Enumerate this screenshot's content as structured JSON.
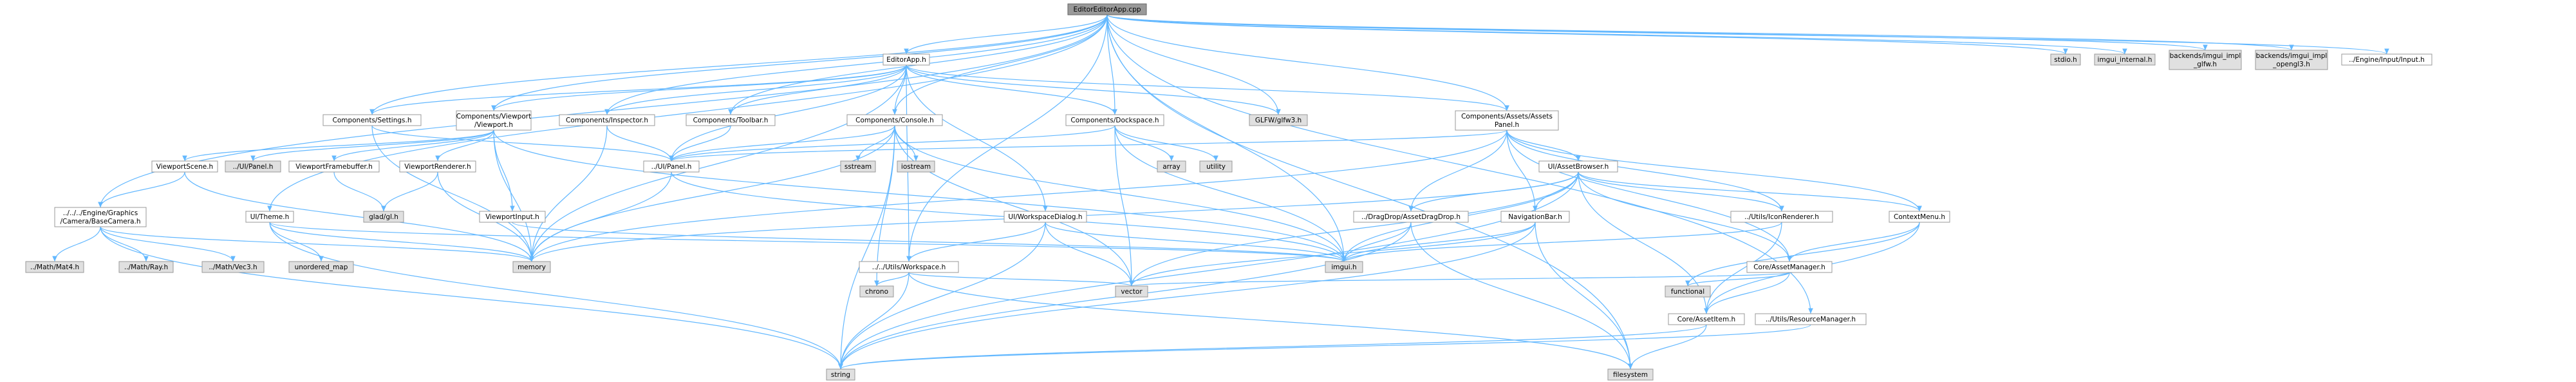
{
  "colors": {
    "edge": "#63B8FF",
    "node_fill": "#ffffff",
    "system_fill": "#e0e0e0",
    "root_fill": "#999999",
    "border": "#999999"
  },
  "nodes": [
    {
      "id": "root",
      "lines": [
        "EditorEditorApp.cpp"
      ],
      "kind": "root"
    },
    {
      "id": "editorapp",
      "lines": [
        "EditorApp.h"
      ],
      "kind": "file"
    },
    {
      "id": "settings",
      "lines": [
        "Components/Settings.h"
      ],
      "kind": "file"
    },
    {
      "id": "viewport",
      "lines": [
        "Components/Viewport",
        "/Viewport.h"
      ],
      "kind": "file"
    },
    {
      "id": "inspector",
      "lines": [
        "Components/Inspector.h"
      ],
      "kind": "file"
    },
    {
      "id": "toolbar",
      "lines": [
        "Components/Toolbar.h"
      ],
      "kind": "file"
    },
    {
      "id": "console",
      "lines": [
        "Components/Console.h"
      ],
      "kind": "file"
    },
    {
      "id": "dockspace",
      "lines": [
        "Components/Dockspace.h"
      ],
      "kind": "file"
    },
    {
      "id": "glfw",
      "lines": [
        "GLFW/glfw3.h"
      ],
      "kind": "system"
    },
    {
      "id": "assetspanel",
      "lines": [
        "Components/Assets/Assets",
        "Panel.h"
      ],
      "kind": "file"
    },
    {
      "id": "stdio",
      "lines": [
        "stdio.h"
      ],
      "kind": "system"
    },
    {
      "id": "imgui_internal",
      "lines": [
        "imgui_internal.h"
      ],
      "kind": "system"
    },
    {
      "id": "impl_glfw",
      "lines": [
        "backends/imgui_impl",
        "_glfw.h"
      ],
      "kind": "system"
    },
    {
      "id": "impl_opengl3",
      "lines": [
        "backends/imgui_impl",
        "_opengl3.h"
      ],
      "kind": "system"
    },
    {
      "id": "engine_input",
      "lines": [
        "../Engine/Input/Input.h"
      ],
      "kind": "file"
    },
    {
      "id": "viewportscene",
      "lines": [
        "ViewportScene.h"
      ],
      "kind": "file"
    },
    {
      "id": "uipanel_sys",
      "lines": [
        "../UI/Panel.h"
      ],
      "kind": "system"
    },
    {
      "id": "viewportfb",
      "lines": [
        "ViewportFramebuffer.h"
      ],
      "kind": "file"
    },
    {
      "id": "viewportrenderer",
      "lines": [
        "ViewportRenderer.h"
      ],
      "kind": "file"
    },
    {
      "id": "uipanel",
      "lines": [
        "../UI/Panel.h"
      ],
      "kind": "file"
    },
    {
      "id": "sstream",
      "lines": [
        "sstream"
      ],
      "kind": "system"
    },
    {
      "id": "iostream",
      "lines": [
        "iostream"
      ],
      "kind": "system"
    },
    {
      "id": "array",
      "lines": [
        "array"
      ],
      "kind": "system"
    },
    {
      "id": "utility",
      "lines": [
        "utility"
      ],
      "kind": "system"
    },
    {
      "id": "assetbrowser",
      "lines": [
        "UI/AssetBrowser.h"
      ],
      "kind": "file"
    },
    {
      "id": "basecamera",
      "lines": [
        "../../../Engine/Graphics",
        "/Camera/BaseCamera.h"
      ],
      "kind": "file"
    },
    {
      "id": "uitheme",
      "lines": [
        "UI/Theme.h"
      ],
      "kind": "file"
    },
    {
      "id": "glad",
      "lines": [
        "glad/gl.h"
      ],
      "kind": "system"
    },
    {
      "id": "viewportinput",
      "lines": [
        "ViewportInput.h"
      ],
      "kind": "file"
    },
    {
      "id": "wsdialog",
      "lines": [
        "UI/WorkspaceDialog.h"
      ],
      "kind": "file"
    },
    {
      "id": "dragdrop",
      "lines": [
        "../DragDrop/AssetDragDrop.h"
      ],
      "kind": "file"
    },
    {
      "id": "navbar",
      "lines": [
        "NavigationBar.h"
      ],
      "kind": "file"
    },
    {
      "id": "iconrenderer",
      "lines": [
        "../Utils/IconRenderer.h"
      ],
      "kind": "file"
    },
    {
      "id": "contextmenu",
      "lines": [
        "ContextMenu.h"
      ],
      "kind": "file"
    },
    {
      "id": "mat4",
      "lines": [
        "../Math/Mat4.h"
      ],
      "kind": "system"
    },
    {
      "id": "ray",
      "lines": [
        "../Math/Ray.h"
      ],
      "kind": "system"
    },
    {
      "id": "vec3",
      "lines": [
        "../Math/Vec3.h"
      ],
      "kind": "system"
    },
    {
      "id": "unordered_map",
      "lines": [
        "unordered_map"
      ],
      "kind": "system"
    },
    {
      "id": "memory",
      "lines": [
        "memory"
      ],
      "kind": "system"
    },
    {
      "id": "imgui",
      "lines": [
        "imgui.h"
      ],
      "kind": "system"
    },
    {
      "id": "workspace",
      "lines": [
        "../../Utils/Workspace.h"
      ],
      "kind": "file"
    },
    {
      "id": "assetmanager",
      "lines": [
        "Core/AssetManager.h"
      ],
      "kind": "file"
    },
    {
      "id": "chrono",
      "lines": [
        "chrono"
      ],
      "kind": "system"
    },
    {
      "id": "vector",
      "lines": [
        "vector"
      ],
      "kind": "system"
    },
    {
      "id": "functional",
      "lines": [
        "functional"
      ],
      "kind": "system"
    },
    {
      "id": "assetitem",
      "lines": [
        "Core/AssetItem.h"
      ],
      "kind": "file"
    },
    {
      "id": "resmanager",
      "lines": [
        "../Utils/ResourceManager.h"
      ],
      "kind": "file"
    },
    {
      "id": "string",
      "lines": [
        "string"
      ],
      "kind": "system"
    },
    {
      "id": "filesystem",
      "lines": [
        "filesystem"
      ],
      "kind": "system"
    }
  ],
  "edges": [
    [
      "root",
      "editorapp"
    ],
    [
      "root",
      "settings"
    ],
    [
      "root",
      "viewport"
    ],
    [
      "root",
      "inspector"
    ],
    [
      "root",
      "toolbar"
    ],
    [
      "root",
      "console"
    ],
    [
      "root",
      "dockspace"
    ],
    [
      "root",
      "glfw"
    ],
    [
      "root",
      "assetspanel"
    ],
    [
      "root",
      "stdio"
    ],
    [
      "root",
      "imgui_internal"
    ],
    [
      "root",
      "impl_glfw"
    ],
    [
      "root",
      "impl_opengl3"
    ],
    [
      "root",
      "engine_input"
    ],
    [
      "root",
      "imgui"
    ],
    [
      "root",
      "workspace"
    ],
    [
      "root",
      "resmanager"
    ],
    [
      "root",
      "filesystem"
    ],
    [
      "root",
      "uitheme"
    ],
    [
      "root",
      "basecamera"
    ],
    [
      "editorapp",
      "settings"
    ],
    [
      "editorapp",
      "viewport"
    ],
    [
      "editorapp",
      "inspector"
    ],
    [
      "editorapp",
      "toolbar"
    ],
    [
      "editorapp",
      "console"
    ],
    [
      "editorapp",
      "dockspace"
    ],
    [
      "editorapp",
      "glfw"
    ],
    [
      "editorapp",
      "assetspanel"
    ],
    [
      "editorapp",
      "wsdialog"
    ],
    [
      "editorapp",
      "workspace"
    ],
    [
      "editorapp",
      "uipanel"
    ],
    [
      "editorapp",
      "memory"
    ],
    [
      "settings",
      "uipanel"
    ],
    [
      "settings",
      "memory"
    ],
    [
      "viewport",
      "uipanel_sys"
    ],
    [
      "viewport",
      "viewportscene"
    ],
    [
      "viewport",
      "viewportfb"
    ],
    [
      "viewport",
      "viewportrenderer"
    ],
    [
      "viewport",
      "viewportinput"
    ],
    [
      "viewport",
      "memory"
    ],
    [
      "viewport",
      "imgui"
    ],
    [
      "inspector",
      "uipanel"
    ],
    [
      "inspector",
      "memory"
    ],
    [
      "toolbar",
      "uipanel"
    ],
    [
      "console",
      "uipanel"
    ],
    [
      "console",
      "sstream"
    ],
    [
      "console",
      "iostream"
    ],
    [
      "console",
      "string"
    ],
    [
      "console",
      "vector"
    ],
    [
      "console",
      "chrono"
    ],
    [
      "console",
      "imgui"
    ],
    [
      "console",
      "memory"
    ],
    [
      "dockspace",
      "uipanel"
    ],
    [
      "dockspace",
      "array"
    ],
    [
      "dockspace",
      "utility"
    ],
    [
      "dockspace",
      "imgui"
    ],
    [
      "dockspace",
      "vector"
    ],
    [
      "assetspanel",
      "uipanel"
    ],
    [
      "assetspanel",
      "assetbrowser"
    ],
    [
      "assetspanel",
      "dragdrop"
    ],
    [
      "assetspanel",
      "navbar"
    ],
    [
      "assetspanel",
      "iconrenderer"
    ],
    [
      "assetspanel",
      "contextmenu"
    ],
    [
      "assetspanel",
      "assetmanager"
    ],
    [
      "assetspanel",
      "memory"
    ],
    [
      "viewportscene",
      "basecamera"
    ],
    [
      "viewportscene",
      "memory"
    ],
    [
      "viewportfb",
      "glad"
    ],
    [
      "viewportrenderer",
      "glad"
    ],
    [
      "viewportrenderer",
      "memory"
    ],
    [
      "viewportinput",
      "imgui"
    ],
    [
      "basecamera",
      "mat4"
    ],
    [
      "basecamera",
      "ray"
    ],
    [
      "basecamera",
      "vec3"
    ],
    [
      "basecamera",
      "memory"
    ],
    [
      "basecamera",
      "string"
    ],
    [
      "uitheme",
      "imgui"
    ],
    [
      "uitheme",
      "unordered_map"
    ],
    [
      "uitheme",
      "string"
    ],
    [
      "uitheme",
      "memory"
    ],
    [
      "uipanel",
      "imgui"
    ],
    [
      "uipanel",
      "memory"
    ],
    [
      "wsdialog",
      "workspace"
    ],
    [
      "wsdialog",
      "imgui"
    ],
    [
      "wsdialog",
      "string"
    ],
    [
      "wsdialog",
      "vector"
    ],
    [
      "assetbrowser",
      "dragdrop"
    ],
    [
      "assetbrowser",
      "navbar"
    ],
    [
      "assetbrowser",
      "iconrenderer"
    ],
    [
      "assetbrowser",
      "contextmenu"
    ],
    [
      "assetbrowser",
      "assetmanager"
    ],
    [
      "assetbrowser",
      "assetitem"
    ],
    [
      "assetbrowser",
      "imgui"
    ],
    [
      "assetbrowser",
      "memory"
    ],
    [
      "assetbrowser",
      "vector"
    ],
    [
      "assetbrowser",
      "string"
    ],
    [
      "dragdrop",
      "imgui"
    ],
    [
      "dragdrop",
      "string"
    ],
    [
      "dragdrop",
      "filesystem"
    ],
    [
      "navbar",
      "imgui"
    ],
    [
      "navbar",
      "string"
    ],
    [
      "navbar",
      "filesystem"
    ],
    [
      "navbar",
      "vector"
    ],
    [
      "iconrenderer",
      "imgui"
    ],
    [
      "iconrenderer",
      "assetitem"
    ],
    [
      "contextmenu",
      "assetmanager"
    ],
    [
      "contextmenu",
      "functional"
    ],
    [
      "contextmenu",
      "assetitem"
    ],
    [
      "assetmanager",
      "assetitem"
    ],
    [
      "assetmanager",
      "vector"
    ],
    [
      "assetmanager",
      "functional"
    ],
    [
      "assetitem",
      "string"
    ],
    [
      "assetitem",
      "filesystem"
    ],
    [
      "workspace",
      "string"
    ],
    [
      "workspace",
      "vector"
    ],
    [
      "workspace",
      "chrono"
    ],
    [
      "workspace",
      "filesystem"
    ],
    [
      "resmanager",
      "string"
    ]
  ]
}
